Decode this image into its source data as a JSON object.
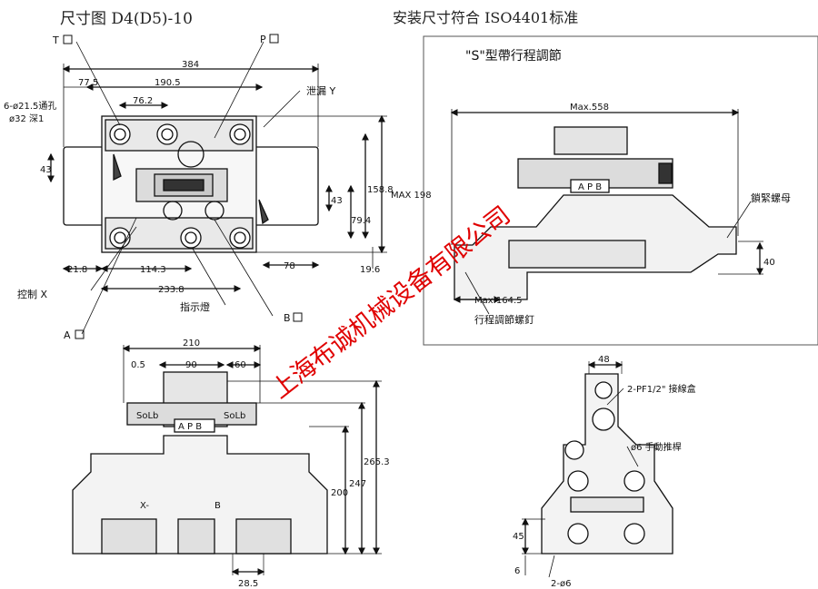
{
  "header": {
    "title_left": "尺寸图 D4(D5)-10",
    "title_right": "安装尺寸符合 ISO4401标准"
  },
  "top_view": {
    "port_t": "T",
    "port_p": "P",
    "port_y": "泄漏 Y",
    "port_x": "控制 X",
    "port_a": "A",
    "port_b": "B",
    "hole_spec_1": "6-ø21.5通孔",
    "hole_spec_2": "ø32 深1",
    "indicator": "指示燈",
    "dims": {
      "d384": "384",
      "d190_5": "190.5",
      "d77_5": "77.5",
      "d76_2": "76.2",
      "d43_left": "43",
      "d43_right": "43",
      "d79_4": "79.4",
      "d158_8": "158.8",
      "dmax198": "MAX 198",
      "d21_8": "21.8",
      "d114_3": "114.3",
      "d233_8": "233.8",
      "d78": "78",
      "d19_6": "19.6"
    }
  },
  "s_panel": {
    "title": "\"S\"型帶行程調節",
    "max558": "Max.558",
    "max164": "Max.164.5",
    "lock_nut": "鎖緊螺母",
    "d40": "40",
    "stroke_screw": "行程調節螺釘",
    "valve_label": "A P B"
  },
  "front_view": {
    "d210": "210",
    "d0_5": "0.5",
    "d90": "90",
    "d60": "60",
    "d200": "200",
    "d247": "247",
    "d265_3": "265.3",
    "d28_5": "28.5",
    "sol_a": "SoLb",
    "sol_b": "SoLb",
    "apb": "A P B",
    "x_mark": "X-",
    "b_mark": "B"
  },
  "side_view": {
    "d48": "48",
    "junction_box": "2-PF1/2\" 接線盒",
    "manual_lever": "ø6 手動推桿",
    "d45": "45",
    "d6": "6",
    "pin_spec": "2-ø6"
  },
  "watermark": "上海布诚机械设备有限公司"
}
